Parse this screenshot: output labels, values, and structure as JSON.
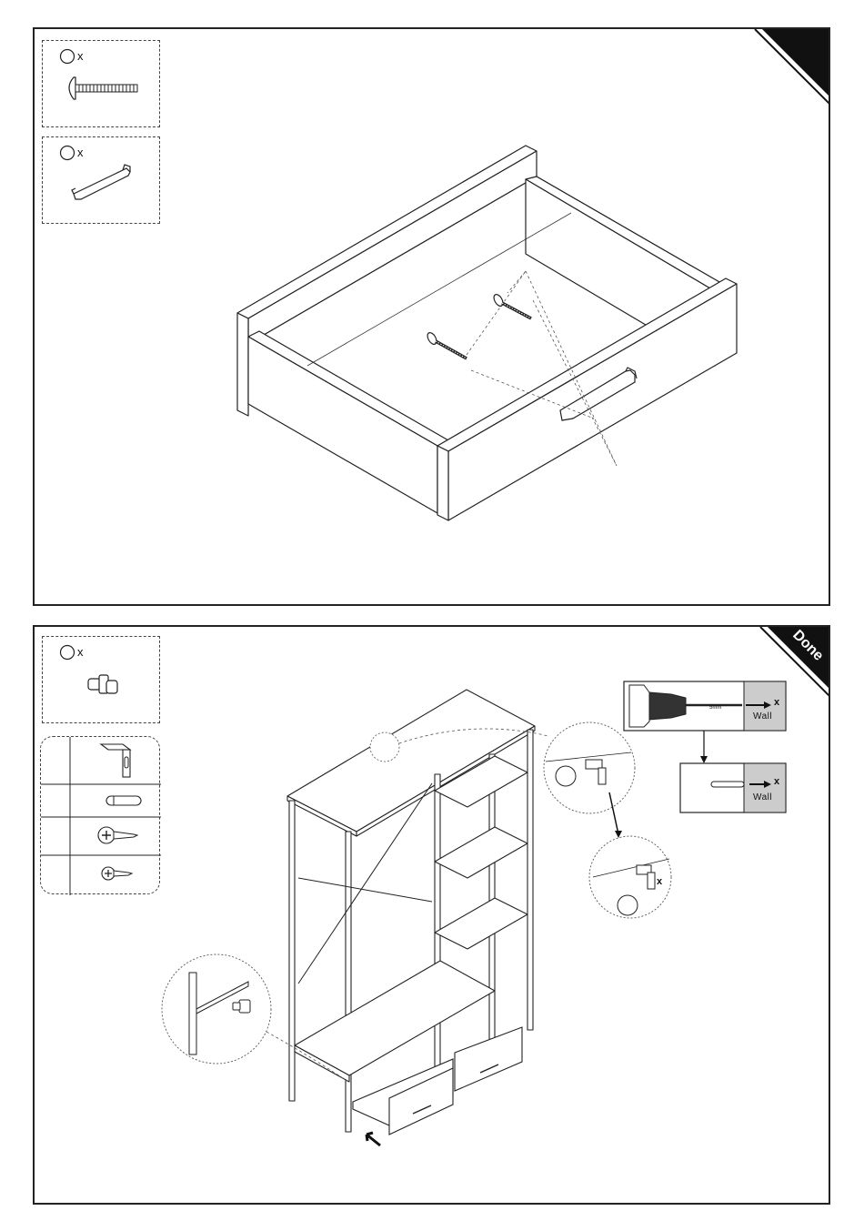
{
  "panel1": {
    "parts": [
      {
        "icon": "mushroom-bolt-icon",
        "qty_label": "x"
      },
      {
        "icon": "drawer-handle-icon",
        "qty_label": "x"
      }
    ]
  },
  "panel2": {
    "corner_label": "Done",
    "parts": [
      {
        "icon": "drawer-knob-icon",
        "qty_label": "x"
      }
    ],
    "wall_kit": [
      {
        "icon": "l-bracket-icon"
      },
      {
        "icon": "wall-anchor-icon"
      },
      {
        "icon": "screw-icon"
      },
      {
        "icon": "small-screw-icon"
      }
    ],
    "drill_inset": {
      "drill_size": "5mm",
      "arrow_label": "x",
      "wall_label": "Wall"
    },
    "anchor_inset": {
      "arrow_label": "x",
      "wall_label": "Wall"
    },
    "bracket_inset": {
      "qty_label": "x"
    }
  }
}
